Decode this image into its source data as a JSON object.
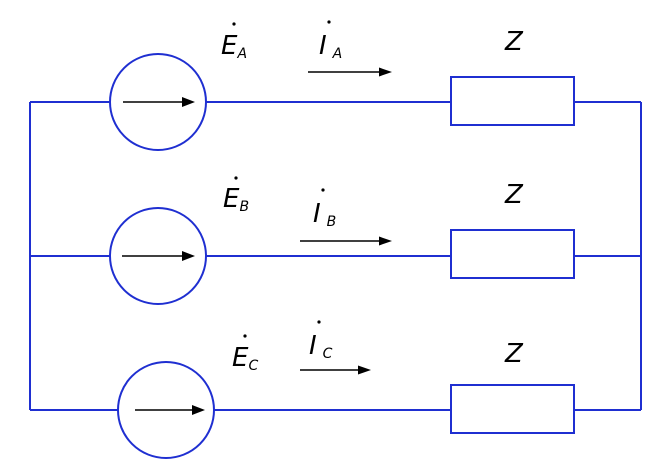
{
  "colors": {
    "wire": "#1f2fd1",
    "arrow": "#000000",
    "background": "#ffffff"
  },
  "phases": [
    {
      "emf_letter": "E",
      "emf_sub": "A",
      "current_letter": "I",
      "current_sub": "A",
      "impedance": "Z"
    },
    {
      "emf_letter": "E",
      "emf_sub": "B",
      "current_letter": "I",
      "current_sub": "B",
      "impedance": "Z"
    },
    {
      "emf_letter": "E",
      "emf_sub": "C",
      "current_letter": "I",
      "current_sub": "C",
      "impedance": "Z"
    }
  ]
}
